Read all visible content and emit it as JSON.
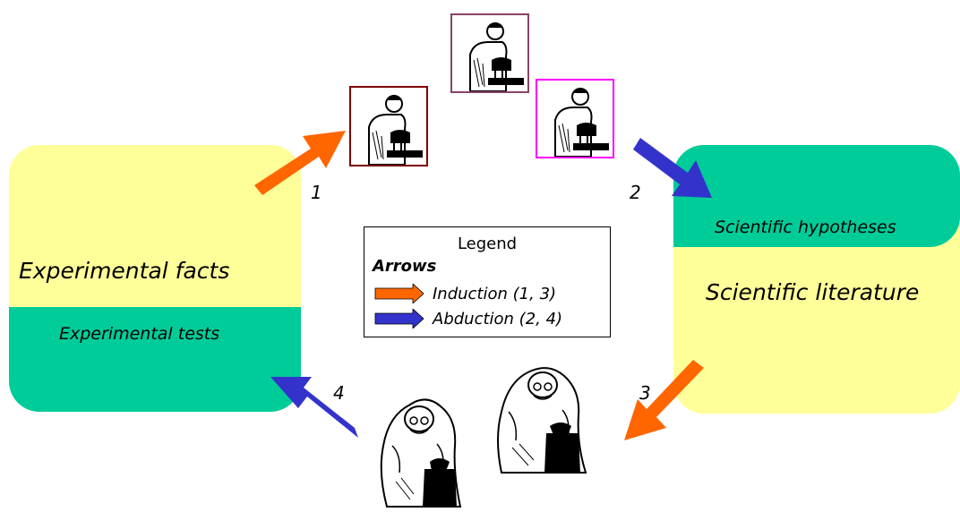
{
  "left_block": {
    "main_label": "Experimental facts",
    "sub_label": "Experimental tests"
  },
  "right_block": {
    "sub_label": "Scientific hypotheses",
    "main_label": "Scientific literature"
  },
  "arrow_numbers": [
    "1",
    "2",
    "3",
    "4"
  ],
  "legend": {
    "title": "Legend",
    "subtitle": "Arrows",
    "items": [
      {
        "label": "Induction (1, 3)",
        "color": "#ff6600"
      },
      {
        "label": "Abduction (2, 4)",
        "color": "#3333cc"
      }
    ]
  },
  "colors": {
    "yellow_block": "#ffff99",
    "green_block": "#00cc99",
    "induction_arrow": "#ff6600",
    "abduction_arrow": "#3333cc",
    "frame_1": "#800000",
    "frame_2": "#884466",
    "frame_3": "#ff00ff"
  },
  "icons": [
    "scientist-reading-icon",
    "scientist-reading-icon",
    "scientist-reading-icon",
    "old-man-writing-icon",
    "old-man-writing-icon"
  ]
}
